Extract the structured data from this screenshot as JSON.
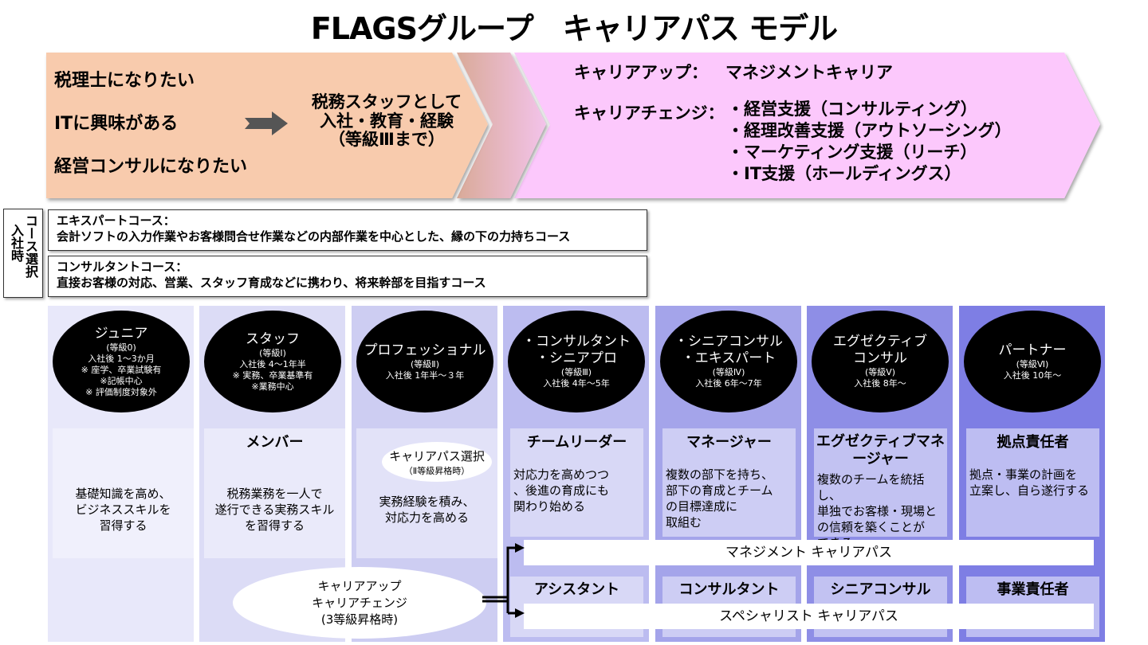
{
  "title": "FLAGSグループ　キャリアパス モデル",
  "top_band": {
    "wishes": [
      "税理士になりたい",
      "ITに興味がある",
      "経営コンサルになりたい"
    ],
    "entry": [
      "税務スタッフとして",
      "入社・教育・経験",
      "（等級Ⅲまで）"
    ],
    "career_up_label": "キャリアアップ：",
    "career_up_value": "マネジメントキャリア",
    "career_change_label": "キャリアチェンジ：",
    "career_change_items": [
      "経営支援（コンサルティング）",
      "経理改善支援（アウトソーシング）",
      "マーケティング支援（リーチ）",
      "IT支援（ホールディングス）"
    ],
    "colors": {
      "orange": "#f8cbad",
      "mid": "#e4b0b8",
      "pink": "#fcc8fc"
    }
  },
  "course_selection": {
    "side_label_a": "コース選択",
    "side_label_b": "入社時",
    "courses": [
      {
        "name": "エキスパートコース：",
        "desc": "会計ソフトの入力作業やお客様問合せ作業などの内部作業を中心とした、縁の下の力持ちコース"
      },
      {
        "name": "コンサルタントコース：",
        "desc": "直接お客様の対応、営業、スタッフ育成などに携わり、将来幹部を目指すコース"
      }
    ]
  },
  "grades": [
    {
      "lines_big": [
        "ジュニア"
      ],
      "lines_small": [
        "(等級0)",
        "入社後 1～3か月",
        "※ 座学、卒業試験有",
        "※記帳中心",
        "※ 評価制度対象外"
      ],
      "role": "",
      "desc": [
        "基礎知識を高め、",
        "ビジネススキルを",
        "習得する"
      ],
      "col_color": "#e8e8fa",
      "panel_color": "#f0f0fc"
    },
    {
      "lines_big": [
        "スタッフ"
      ],
      "lines_small": [
        "(等級Ⅰ)",
        "入社後 4～1年半",
        "※ 実務、卒業基準有",
        "※業務中心"
      ],
      "role": "メンバー",
      "desc": [
        "税務業務を一人で",
        "遂行できる実務スキル",
        "を習得する"
      ],
      "col_color": "#dcdcf6",
      "panel_color": "#eaeafa"
    },
    {
      "lines_big": [
        "プロフェッショナル"
      ],
      "lines_small": [
        "(等級Ⅱ)",
        "入社後 1年半～３年"
      ],
      "role": "",
      "pill": [
        "キャリアパス選択",
        "（Ⅱ等級昇格時）"
      ],
      "desc": [
        "実務経験を積み、",
        "対応力を高める"
      ],
      "col_color": "#cdcdf2",
      "panel_color": "#e2e2f8"
    },
    {
      "lines_big": [
        "・コンサルタント",
        "・シニアプロ"
      ],
      "lines_small": [
        "(等級Ⅲ)",
        "入社後 4年～5年"
      ],
      "role": "チームリーダー",
      "desc": [
        "対応力を高めつつ",
        "、後進の育成にも",
        "関わり始める"
      ],
      "lower": "アシスタント",
      "col_color": "#bcbcf0",
      "panel_color": "#d8d8f6"
    },
    {
      "lines_big": [
        "・シニアコンサル",
        "・エキスパート"
      ],
      "lines_small": [
        "(等級Ⅳ)",
        "入社後 6年～7年"
      ],
      "role": "マネージャー",
      "desc": [
        "複数の部下を持ち、",
        "部下の育成とチーム",
        "の目標達成に",
        "取組む"
      ],
      "lower": "コンサルタント",
      "col_color": "#a4a4ea",
      "panel_color": "#cdcdf4"
    },
    {
      "lines_big": [
        "エグゼクティブ",
        "コンサル"
      ],
      "lines_small": [
        "(等級Ⅴ)",
        "入社後 8年～"
      ],
      "role": "エグゼクティブマネージャー",
      "desc": [
        "複数のチームを統括し、",
        "単独でお客様・現場と",
        "の信頼を築くことが",
        "できる"
      ],
      "lower": "シニアコンサル",
      "col_color": "#8e8ee6",
      "panel_color": "#c2c2f2"
    },
    {
      "lines_big": [
        "パートナー"
      ],
      "lines_small": [
        "(等級Ⅵ)",
        "入社後 10年～"
      ],
      "role": "拠点責任者",
      "desc": [
        "拠点・事業の計画を",
        "立案し、自ら遂行する"
      ],
      "lower": "事業責任者",
      "col_color": "#7e7ee4",
      "panel_color": "#bdbdf2"
    }
  ],
  "management_path": "マネジメント キャリアパス",
  "specialist_path": "スペシャリスト キャリアパス",
  "career_oval": [
    "キャリアアップ",
    "キャリアチェンジ",
    "(3等級昇格時)"
  ],
  "icons": {
    "right-arrow": "➡"
  }
}
